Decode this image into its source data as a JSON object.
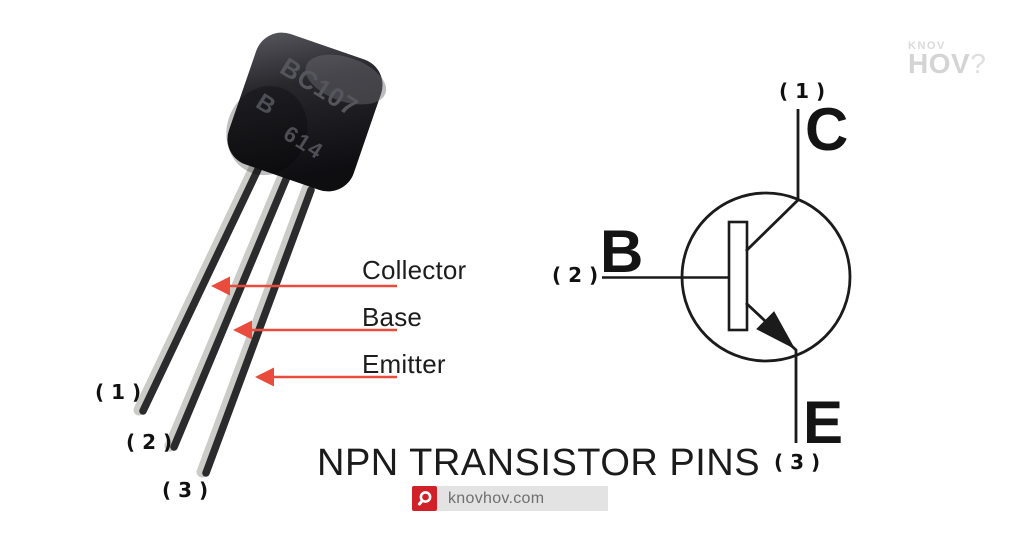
{
  "page": {
    "background": "#ffffff",
    "title": "NPN TRANSISTOR PINS"
  },
  "logo": {
    "line1": "KNOV",
    "line2": "HOV",
    "question_mark": "?",
    "color": "#d6d6d6"
  },
  "photo": {
    "marking_line1": "BC107",
    "marking_line2_left": "B",
    "marking_line2_right": "614",
    "pin_labels": [
      "( 1 )",
      "( 2 )",
      "( 3 )"
    ],
    "callouts": [
      "Collector",
      "Base",
      "Emitter"
    ],
    "arrow_color": "#e94b3c"
  },
  "schematic": {
    "ink_color": "#1b1b1b",
    "pins": [
      {
        "number": "( 1 )",
        "letter": "C",
        "name": "collector"
      },
      {
        "number": "( 2 )",
        "letter": "B",
        "name": "base"
      },
      {
        "number": "( 3 )",
        "letter": "E",
        "name": "emitter"
      }
    ]
  },
  "watermark": {
    "site": "knovhov.com",
    "badge_color": "#cf2127",
    "bar_color": "#e3e3e3"
  }
}
